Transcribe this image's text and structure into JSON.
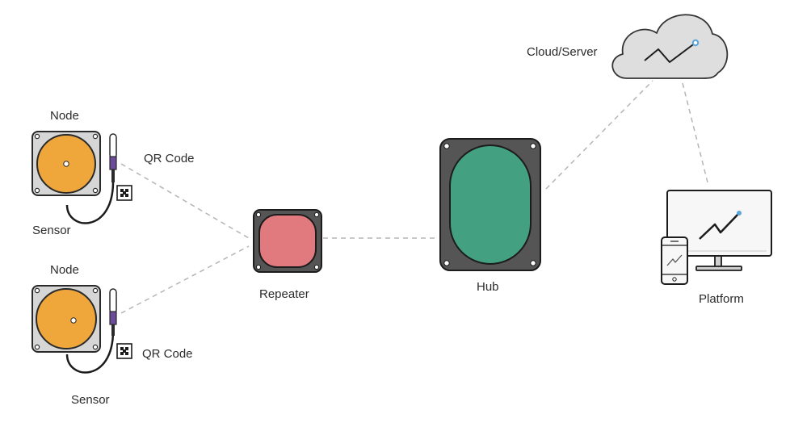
{
  "colors": {
    "node_body": "#d6d6d6",
    "node_disc": "#efa73c",
    "repeater_body": "#555555",
    "repeater_button": "#e07a7e",
    "hub_body": "#555555",
    "hub_panel": "#43a080",
    "cloud_fill": "#dedede",
    "screen_fill": "#f7f7f7",
    "link_dash": "#b5b5b5",
    "accent_blue": "#59a6db",
    "sensor_cap": "#6b4c9a"
  },
  "nodes": [
    {
      "title": "Node",
      "sensor_label": "Sensor",
      "qr_label": "QR Code"
    },
    {
      "title": "Node",
      "sensor_label": "Sensor",
      "qr_label": "QR Code"
    }
  ],
  "repeater": {
    "label": "Repeater"
  },
  "hub": {
    "label": "Hub"
  },
  "cloud": {
    "label": "Cloud/Server"
  },
  "platform": {
    "label": "Platform"
  }
}
